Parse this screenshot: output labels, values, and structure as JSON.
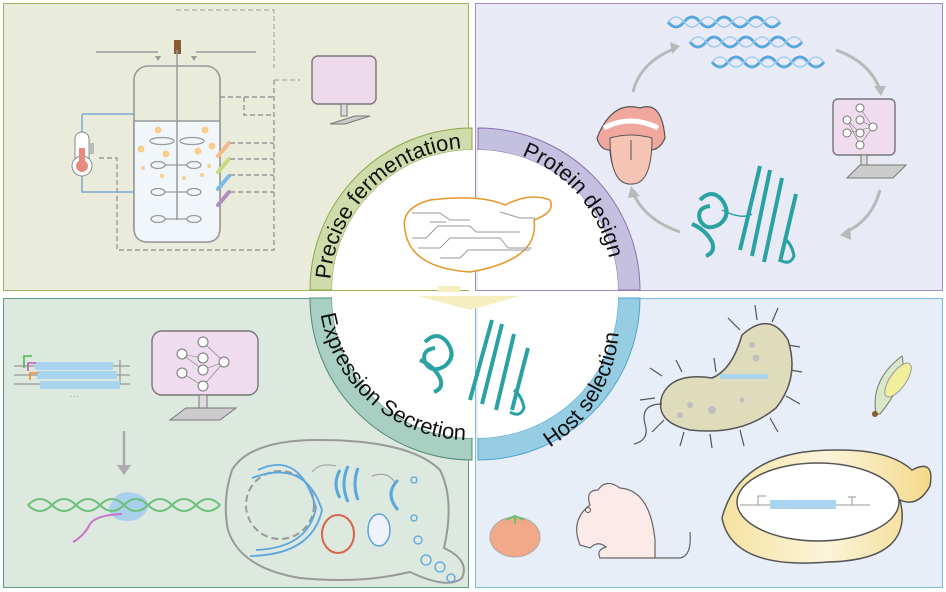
{
  "center": {
    "arc_labels": {
      "top_left": "Precise fermentation",
      "top_right": "Protein design",
      "bottom_left": "Expression Secretion",
      "bottom_right": "Host selection"
    },
    "colors": {
      "precise_fermentation": "#cddcaa",
      "protein_design": "#c4c0e0",
      "expression_secretion": "#a8cfc2",
      "host_selection": "#96cde3",
      "yeast_outline": "#e8962a",
      "arrow": "#f7eec0",
      "protein": "#2aa2a4"
    }
  },
  "panels": {
    "precise_fermentation": {
      "items": [
        "bioreactor-icon",
        "thermometer-icon",
        "computer-monitor-icon",
        "sensor-probes"
      ]
    },
    "protein_design": {
      "items": [
        "dna-helix-icon",
        "neural-network-monitor-icon",
        "protein-structure-icon",
        "mouth-tongue-icon"
      ]
    },
    "expression_secretion": {
      "items": [
        "gene-constructs-icon",
        "neural-network-monitor-icon",
        "transcription-dna-icon",
        "secretory-cell-icon"
      ]
    },
    "host_selection": {
      "items": [
        "bacterium-icon",
        "corn-icon",
        "tomato-icon",
        "mouse-icon",
        "yeast-cell-icon"
      ]
    }
  }
}
